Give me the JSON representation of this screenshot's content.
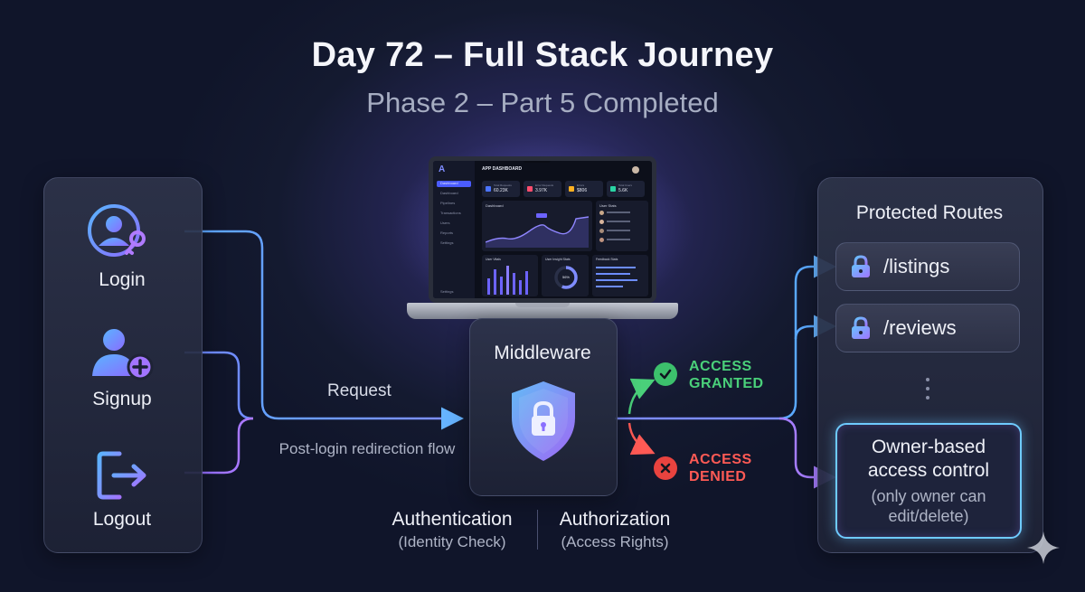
{
  "header": {
    "title": "Day 72 – Full Stack Journey",
    "subtitle": "Phase 2 – Part 5 Completed"
  },
  "auth_actions": [
    {
      "label": "Login",
      "icon": "user-key-icon"
    },
    {
      "label": "Signup",
      "icon": "user-plus-icon"
    },
    {
      "label": "Logout",
      "icon": "logout-icon"
    }
  ],
  "flow": {
    "request_label": "Request",
    "redirect_label": "Post-login redirection flow"
  },
  "middleware": {
    "title": "Middleware",
    "icon": "shield-lock-icon",
    "authentication": {
      "label": "Authentication",
      "detail": "(Identity Check)"
    },
    "authorization": {
      "label": "Authorization",
      "detail": "(Access Rights)"
    }
  },
  "access": {
    "granted_line1": "ACCESS",
    "granted_line2": "GRANTED",
    "denied_line1": "ACCESS",
    "denied_line2": "DENIED",
    "granted_color": "#4ad07a",
    "denied_color": "#ff5a55"
  },
  "protected": {
    "title": "Protected Routes",
    "routes": [
      "/listings",
      "/reviews"
    ],
    "owner_title": "Owner-based access control",
    "owner_note": "(only owner can edit/delete)"
  },
  "laptop": {
    "app_title": "APP DASHBOARD",
    "logo": "A",
    "nav": [
      "Dashboard",
      "Dashboard",
      "Pipelines",
      "Transactions",
      "Users",
      "Reports",
      "Settings"
    ],
    "stats": [
      {
        "label": "Total Requests",
        "value": "60.23K",
        "color": "#4b74ff"
      },
      {
        "label": "Error Requests",
        "value": "3.97K",
        "color": "#ff4d6d"
      },
      {
        "label": "Errors",
        "value": "$806",
        "color": "#ffb020"
      },
      {
        "label": "Total Users",
        "value": "5.6K",
        "color": "#2ad4a4"
      }
    ],
    "overview_title": "Dashboard",
    "user_stats_title": "User Stats",
    "users_title": "User Vitals",
    "engagement_title": "User Insight Stats",
    "engagement_value": "56%",
    "feedback_title": "Feedback Stats",
    "footer_nav": "Settings"
  },
  "colors": {
    "accent_blue": "#5aa9ff",
    "accent_purple": "#a274ff",
    "owner_border": "#6ecbff"
  }
}
